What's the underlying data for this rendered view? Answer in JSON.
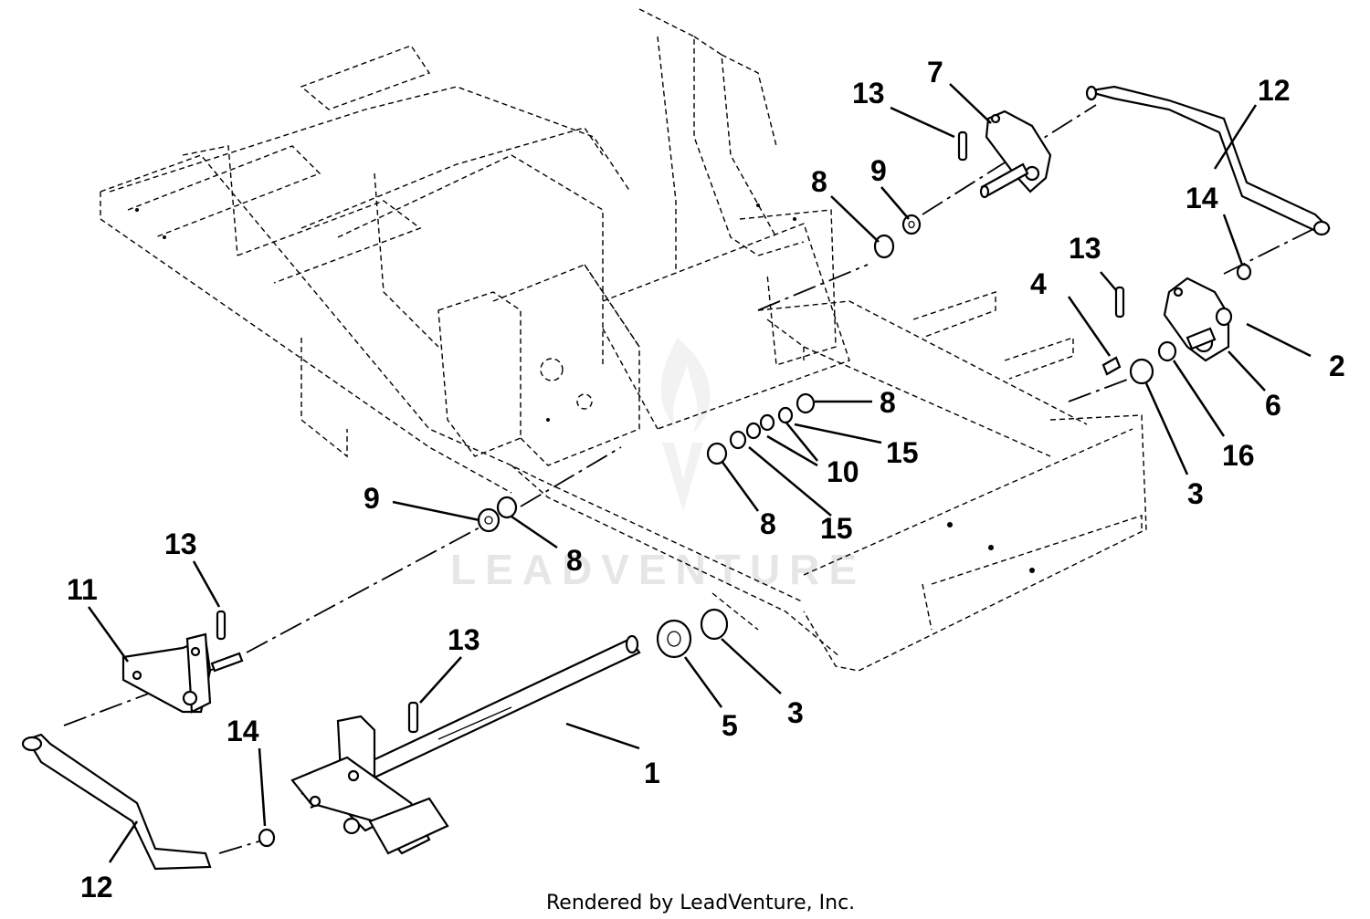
{
  "diagram": {
    "callouts": [
      {
        "id": "c1",
        "label": "1"
      },
      {
        "id": "c2",
        "label": "2"
      },
      {
        "id": "c3a",
        "label": "3"
      },
      {
        "id": "c3b",
        "label": "3"
      },
      {
        "id": "c4",
        "label": "4"
      },
      {
        "id": "c5",
        "label": "5"
      },
      {
        "id": "c6",
        "label": "6"
      },
      {
        "id": "c7",
        "label": "7"
      },
      {
        "id": "c8a",
        "label": "8"
      },
      {
        "id": "c8b",
        "label": "8"
      },
      {
        "id": "c8c",
        "label": "8"
      },
      {
        "id": "c8d",
        "label": "8"
      },
      {
        "id": "c9a",
        "label": "9"
      },
      {
        "id": "c9b",
        "label": "9"
      },
      {
        "id": "c10",
        "label": "10"
      },
      {
        "id": "c11",
        "label": "11"
      },
      {
        "id": "c12a",
        "label": "12"
      },
      {
        "id": "c12b",
        "label": "12"
      },
      {
        "id": "c13a",
        "label": "13"
      },
      {
        "id": "c13b",
        "label": "13"
      },
      {
        "id": "c13c",
        "label": "13"
      },
      {
        "id": "c13d",
        "label": "13"
      },
      {
        "id": "c14a",
        "label": "14"
      },
      {
        "id": "c14b",
        "label": "14"
      },
      {
        "id": "c15a",
        "label": "15"
      },
      {
        "id": "c15b",
        "label": "15"
      },
      {
        "id": "c16",
        "label": "16"
      }
    ],
    "watermark": "LEADVENTURE",
    "footer": "Rendered by LeadVenture, Inc."
  }
}
